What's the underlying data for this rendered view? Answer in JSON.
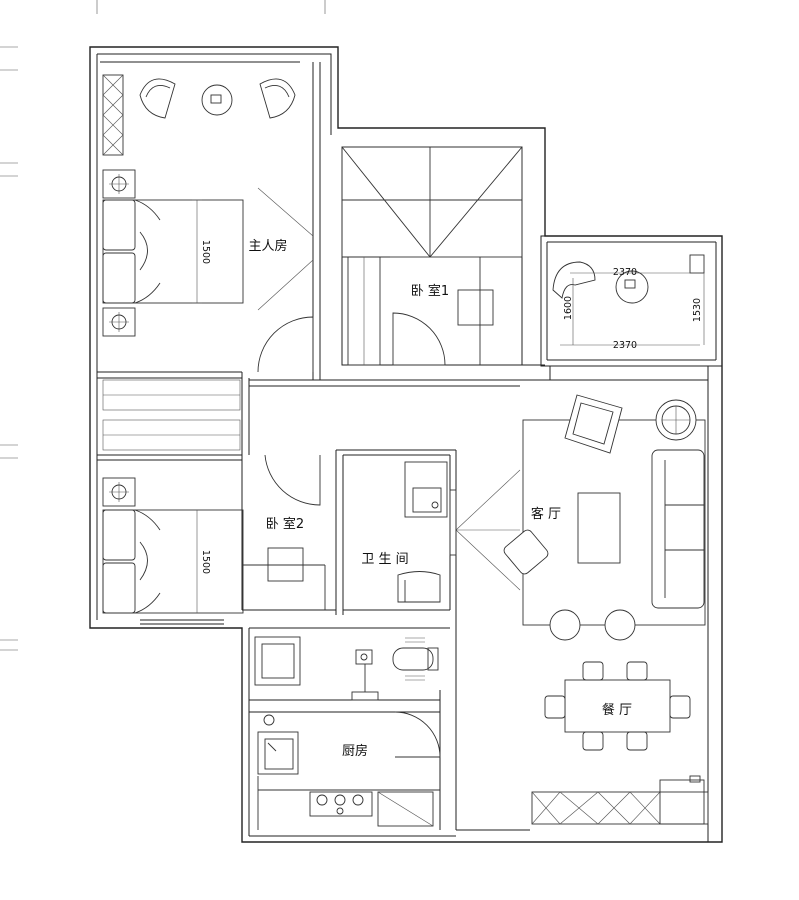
{
  "rooms": {
    "master_bedroom": "主人房",
    "bedroom1": "卧 室1",
    "bedroom2": "卧 室2",
    "bathroom": "卫 生 间",
    "living_room": "客 厅",
    "dining_room": "餐 厅",
    "kitchen": "厨房"
  },
  "dimensions": {
    "master_bed": "1500",
    "bed2": "1500",
    "balcony_top": "2370",
    "balcony_bottom": "2370",
    "balcony_left": "1600",
    "balcony_right": "1530"
  }
}
